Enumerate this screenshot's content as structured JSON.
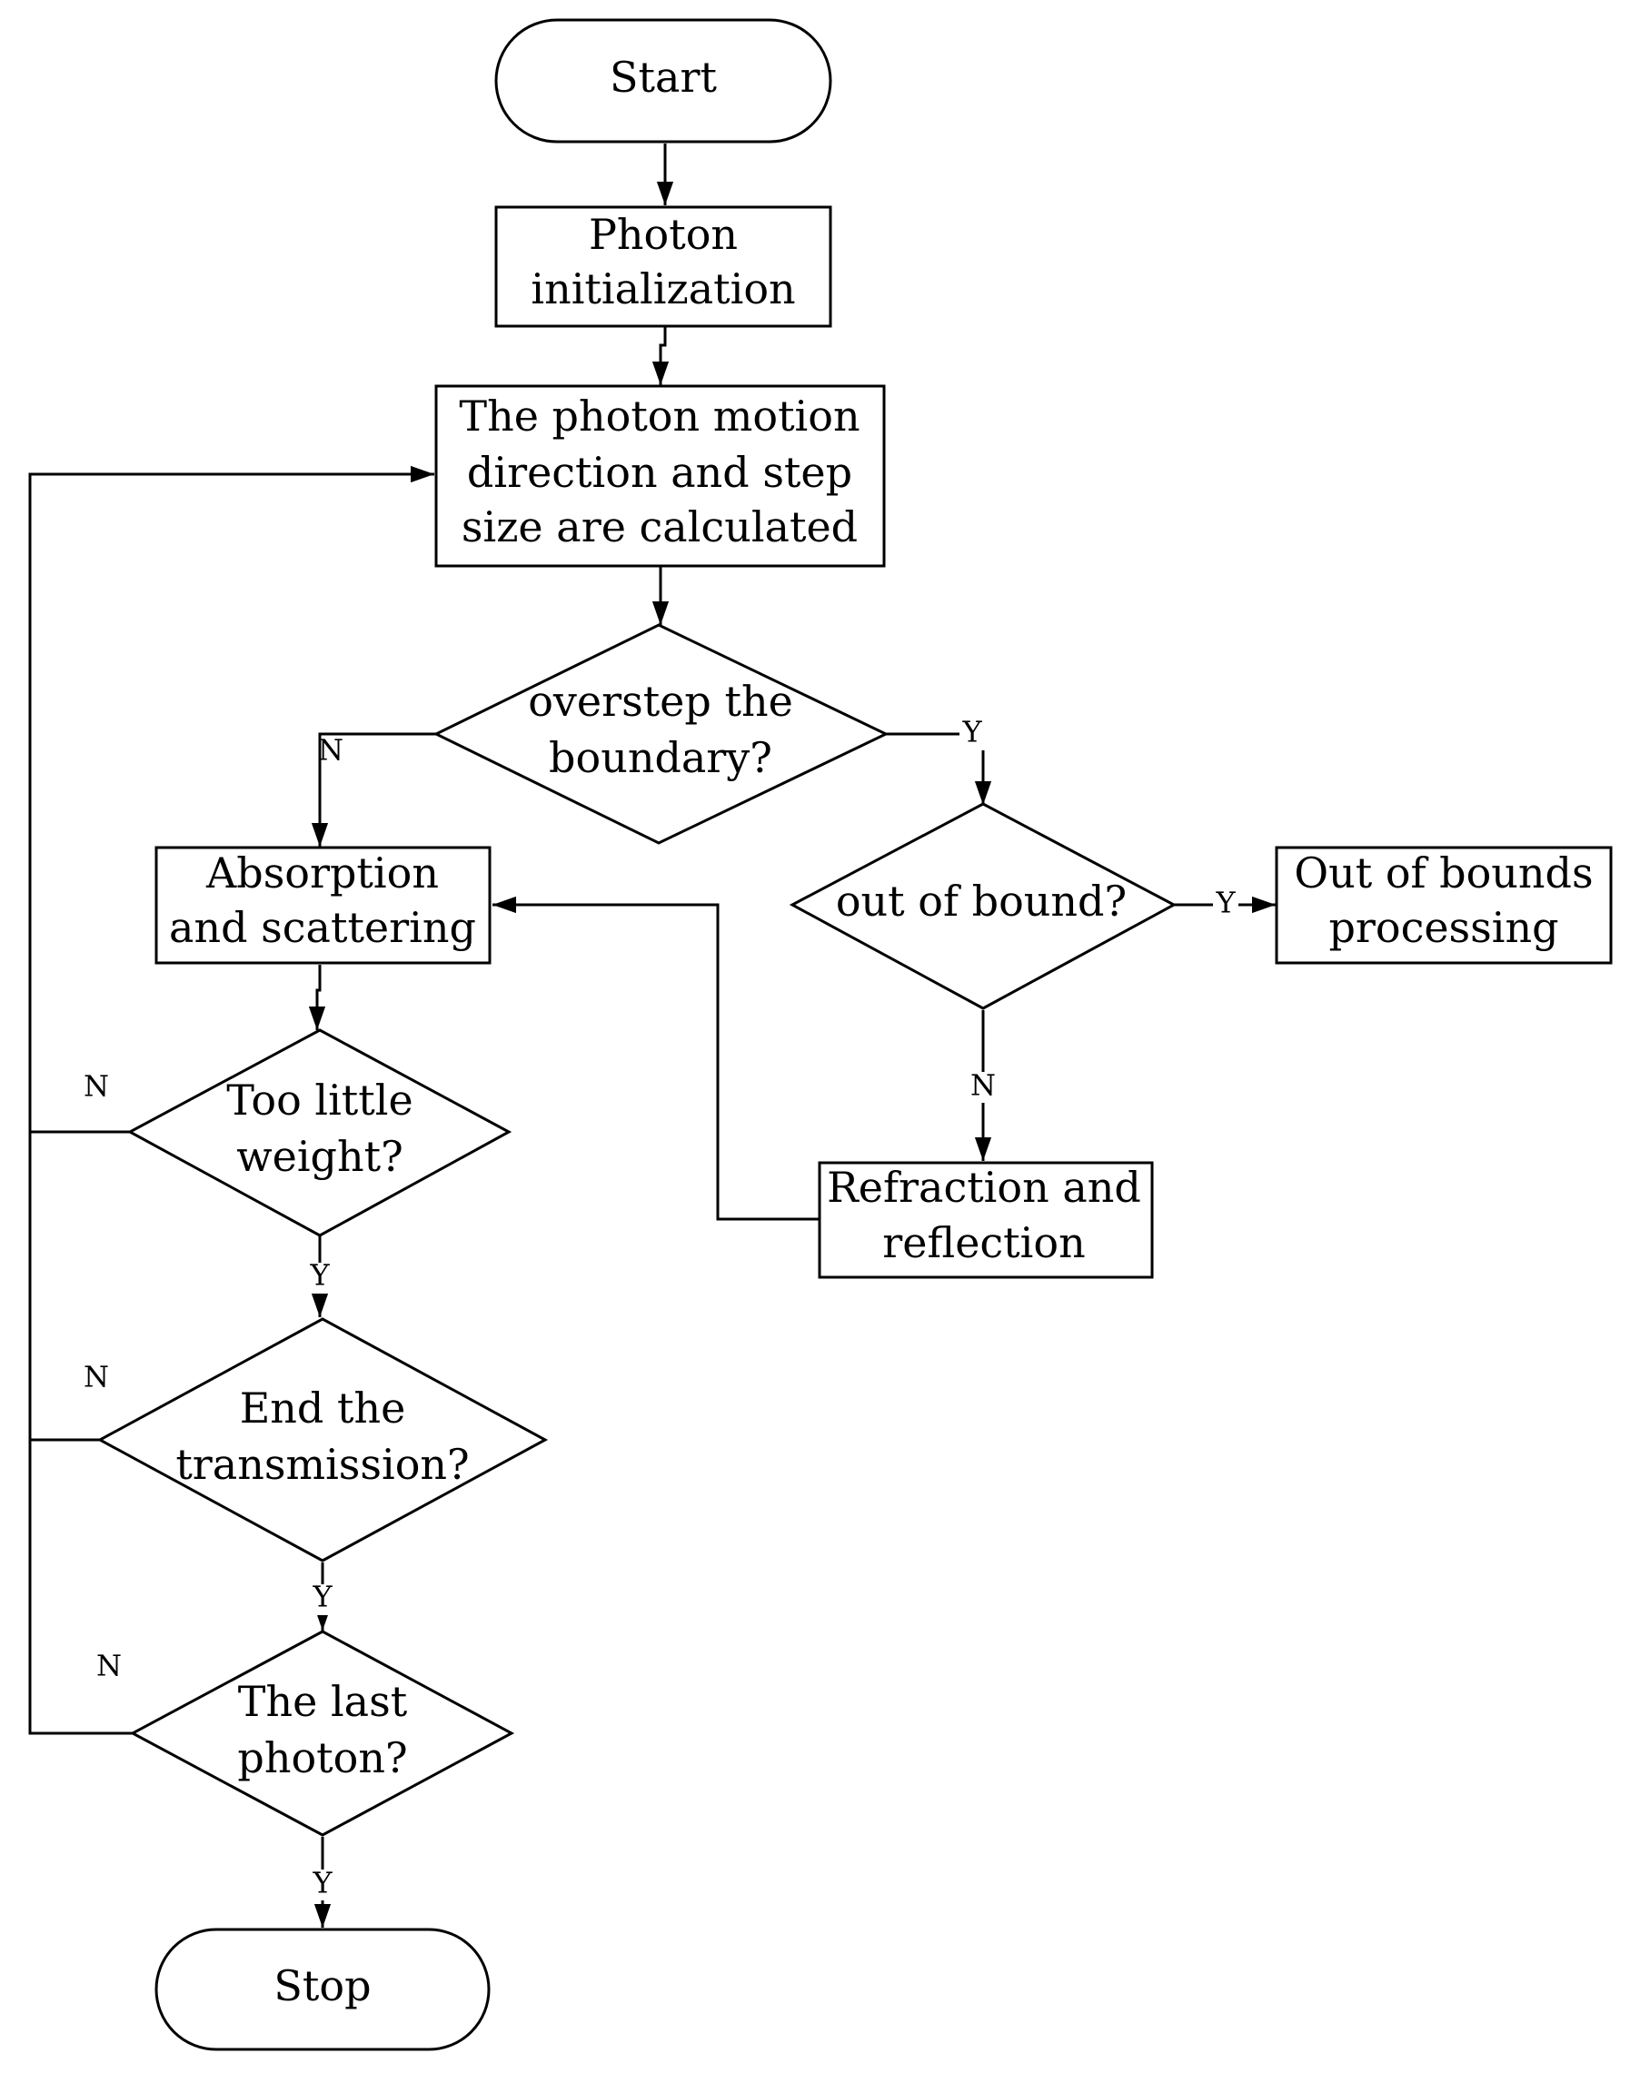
{
  "nodes": {
    "start": {
      "lines": [
        "Start"
      ]
    },
    "init": {
      "lines": [
        "Photon",
        "initialization"
      ]
    },
    "calc": {
      "lines": [
        "The photon motion",
        "direction and step",
        "size are calculated"
      ]
    },
    "overstep": {
      "lines": [
        "overstep the",
        "boundary?"
      ]
    },
    "absorb": {
      "lines": [
        "Absorption",
        "and scattering"
      ]
    },
    "outofbound": {
      "lines": [
        "out of bound?"
      ]
    },
    "oob_proc": {
      "lines": [
        "Out of bounds",
        "processing"
      ]
    },
    "refract": {
      "lines": [
        "Refraction and",
        "reflection"
      ]
    },
    "weight": {
      "lines": [
        "Too little",
        "weight?"
      ]
    },
    "endtrans": {
      "lines": [
        "End the",
        "transmission?"
      ]
    },
    "last": {
      "lines": [
        "The last",
        "photon?"
      ]
    },
    "stop": {
      "lines": [
        "Stop"
      ]
    }
  },
  "edge_labels": {
    "overstep_no": "N",
    "overstep_yes": "Y",
    "outofbound_yes": "Y",
    "outofbound_no": "N",
    "weight_no": "N",
    "weight_yes": "Y",
    "endtrans_no": "N",
    "endtrans_yes": "Y",
    "last_no": "N",
    "last_yes": "Y"
  }
}
